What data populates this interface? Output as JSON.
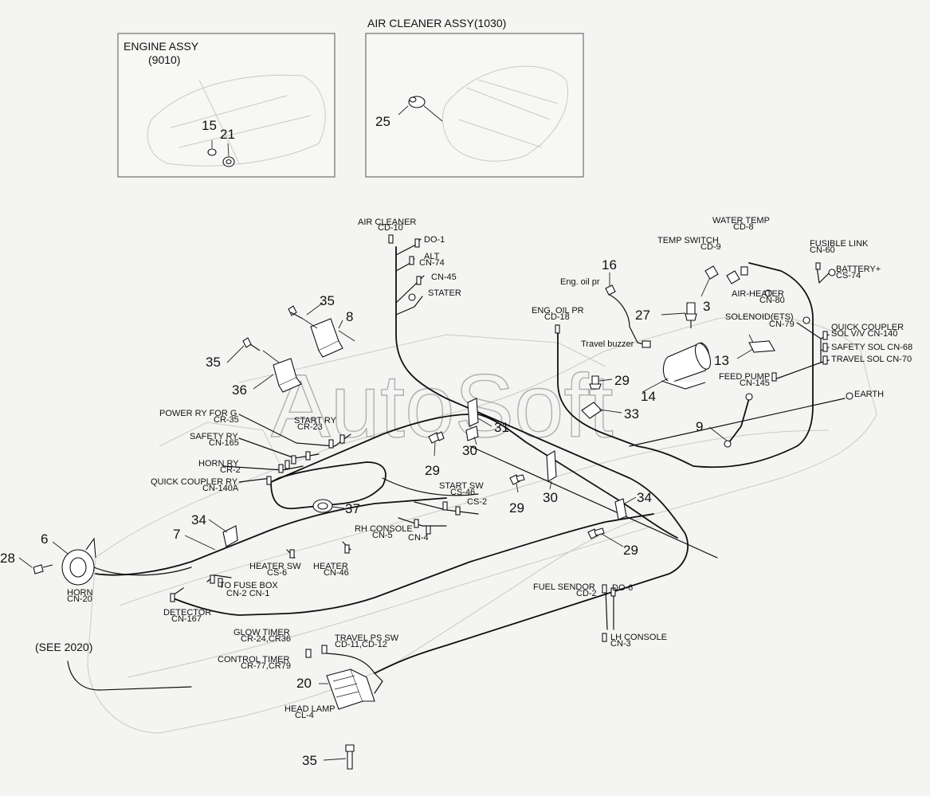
{
  "insets": {
    "engine_assy": {
      "title": "ENGINE ASSY",
      "code": "(9010)"
    },
    "air_cleaner_assy": {
      "title": "AIR CLEANER ASSY(1030)"
    }
  },
  "watermark": "AutoSoft",
  "callouts": {
    "c15": "15",
    "c21": "21",
    "c25": "25",
    "c35a": "35",
    "c8": "8",
    "c35b": "35",
    "c36": "36",
    "c16": "16",
    "c27": "27",
    "c3": "3",
    "c13": "13",
    "c29a": "29",
    "c14": "14",
    "c33": "33",
    "c9": "9",
    "c31": "31",
    "c30a": "30",
    "c29b": "29",
    "c29c": "29",
    "c30b": "30",
    "c34a": "34",
    "c29d": "29",
    "c37": "37",
    "c34b": "34",
    "c7": "7",
    "c6": "6",
    "c28": "28",
    "c20": "20",
    "c35c": "35"
  },
  "labels": {
    "air_cleaner": "AIR CLEANER",
    "air_cleaner_code": "CD-10",
    "do1": "DO-1",
    "alt": "ALT",
    "alt_code": "CN-74",
    "cn45": "CN-45",
    "stater": "STATER",
    "eng_oil_pr_small": "Eng. oil pr",
    "travel_buzzer": "Travel buzzer",
    "eng_oil_pr": "ENG. OIL PR",
    "eng_oil_pr_code": "CD-18",
    "water_temp": "WATER TEMP",
    "water_temp_code": "CD-8",
    "temp_switch": "TEMP SWITCH",
    "temp_switch_code": "CD-9",
    "fusible_link": "FUSIBLE LINK",
    "fusible_link_code": "CN-60",
    "battery": "BATTERY+",
    "battery_code": "CS-74",
    "air_heater": "AIR-HEATER",
    "air_heater_code": "CN-80",
    "solenoid": "SOLENOID(ETS)",
    "solenoid_code": "CN-79",
    "quick_coupler": "QUICK COUPLER",
    "quick_coupler_sol": "SOL V/V CN-140",
    "safety_sol": "SAFETY SOL CN-68",
    "travel_sol": "TRAVEL SOL CN-70",
    "feed_pump": "FEED PUMP",
    "feed_pump_code": "CN-145",
    "earth": "EARTH",
    "power_ry": "POWER RY FOR G",
    "power_ry_code": "CR-35",
    "start_ry": "START RY",
    "start_ry_code": "CR-23",
    "safety_ry": "SAFETY RY",
    "safety_ry_code": "CN-165",
    "horn_ry": "HORN RY",
    "horn_ry_code": "CR-2",
    "qc_ry": "QUICK COUPLER RY",
    "qc_ry_code": "CN-140A",
    "start_sw": "START SW",
    "start_sw_code": "CS-46",
    "cs2": "CS-2",
    "rh_console": "RH CONSOLE",
    "rh_console_code": "CN-5",
    "cn4": "CN-4",
    "heater_sw": "HEATER SW",
    "heater_sw_code": "CS-6",
    "heater": "HEATER",
    "heater_code": "CN-46",
    "to_fuse_box": "TO FUSE BOX",
    "to_fuse_box_code": "CN-2  CN-1",
    "horn": "HORN",
    "horn_code": "CN-20",
    "detector": "DETECTOR",
    "detector_code": "CN-167",
    "fuel_sendor": "FUEL SENDOR",
    "fuel_sendor_code": "CD-2",
    "do6": "DO-6",
    "lh_console": "LH CONSOLE",
    "lh_console_code": "CN-3",
    "see_2020": "(SEE 2020)",
    "glow_timer": "GLOW TIMER",
    "glow_timer_code": "CR-24,CR36",
    "travel_ps_sw": "TRAVEL PS SW",
    "travel_ps_sw_code": "CD-11,CD-12",
    "control_timer": "CONTROL TIMER",
    "control_timer_code": "CR-77,CR79",
    "head_lamp": "HEAD LAMP",
    "head_lamp_code": "CL-4"
  }
}
